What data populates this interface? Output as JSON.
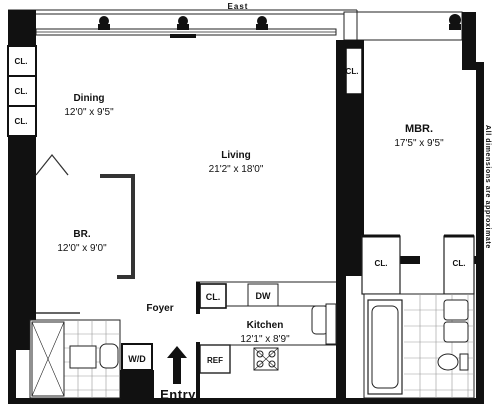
{
  "compass": "East",
  "note": "All dimensions are approximate",
  "entry": "Entry",
  "rooms": {
    "dining": {
      "name": "Dining",
      "dims": "12'0\" x 9'5\""
    },
    "living": {
      "name": "Living",
      "dims": "21'2\" x 18'0\""
    },
    "mbr": {
      "name": "MBR.",
      "dims": "17'5\" x 9'5\""
    },
    "br": {
      "name": "BR.",
      "dims": "12'0\" x 9'0\""
    },
    "kitchen": {
      "name": "Kitchen",
      "dims": "12'1\" x 8'9\""
    },
    "foyer": {
      "name": "Foyer"
    }
  },
  "fixtures": {
    "closet": "CL.",
    "dishwasher": "DW",
    "washer_dryer": "W/D",
    "refrigerator": "REF"
  },
  "colors": {
    "wall": "#111111",
    "tile": "#9a9a9a",
    "line": "#222222"
  }
}
